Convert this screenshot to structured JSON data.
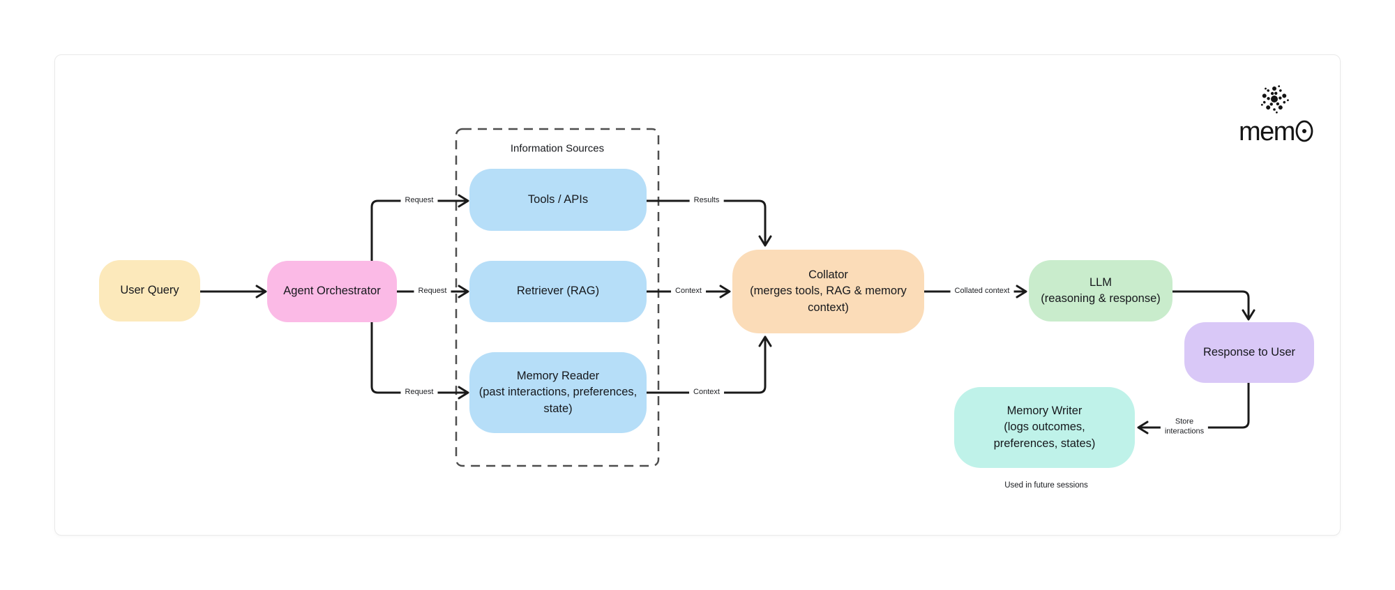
{
  "theme": {
    "page_bg": "#ffffff",
    "card_bg": "#ffffff",
    "card_border": "#e9e9e9",
    "arrow_color": "#1a1a1a",
    "dashed_border_color": "#4d4d4d",
    "text_color": "#16181c"
  },
  "logo": {
    "brand": "mem0",
    "wordmark_prefix": "mem"
  },
  "container": {
    "title": "Information Sources"
  },
  "nodes": {
    "user_query": {
      "label": "User Query",
      "color": "#FCE9BB"
    },
    "agent_orchestrator": {
      "label": "Agent Orchestrator",
      "color": "#FBBAE6"
    },
    "tools_apis": {
      "label": "Tools / APIs",
      "color": "#B6DEF8"
    },
    "retriever": {
      "label": "Retriever (RAG)",
      "color": "#B6DEF8"
    },
    "memory_reader": {
      "lines": [
        "Memory Reader",
        "(past interactions, preferences,",
        "state)"
      ],
      "color": "#B6DEF8"
    },
    "collator": {
      "lines": [
        "Collator",
        "(merges tools, RAG & memory",
        "context)"
      ],
      "color": "#FBDCB8"
    },
    "llm": {
      "lines": [
        "LLM",
        "(reasoning & response)"
      ],
      "color": "#C9ECCC"
    },
    "response_to_user": {
      "label": "Response to User",
      "color": "#D9C8F7"
    },
    "memory_writer": {
      "lines": [
        "Memory Writer",
        "(logs outcomes,",
        "preferences, states)"
      ],
      "color": "#BFF2E9"
    }
  },
  "edges": {
    "request_top": "Request",
    "request_mid": "Request",
    "request_bottom": "Request",
    "results": "Results",
    "context_mid": "Context",
    "context_bottom": "Context",
    "collated_context": "Collated context",
    "store_interactions_line1": "Store",
    "store_interactions_line2": "interactions",
    "future_note": "Used in future sessions"
  }
}
